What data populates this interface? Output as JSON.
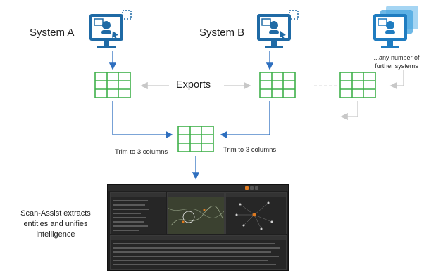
{
  "systems": {
    "a_label": "System A",
    "b_label": "System B",
    "further_label_line1": "...any number of",
    "further_label_line2": "further systems"
  },
  "exports_label": "Exports",
  "trim_left": "Trim to 3 columns",
  "trim_right": "Trim to 3 columns",
  "scan_assist": {
    "line1": "Scan-Assist extracts",
    "line2": "entities and unifies",
    "line3": "intelligence"
  },
  "colors": {
    "monitor_blue": "#1f6aa5",
    "table_green": "#3fb04a",
    "arrow_blue": "#2e6fbf",
    "arrow_gray": "#c8c8c8",
    "app_bg": "#1f1f1f",
    "accent_orange": "#e07a1f"
  },
  "icons": [
    "computer-user-icon",
    "table-grid-icon",
    "arrow-icon"
  ]
}
